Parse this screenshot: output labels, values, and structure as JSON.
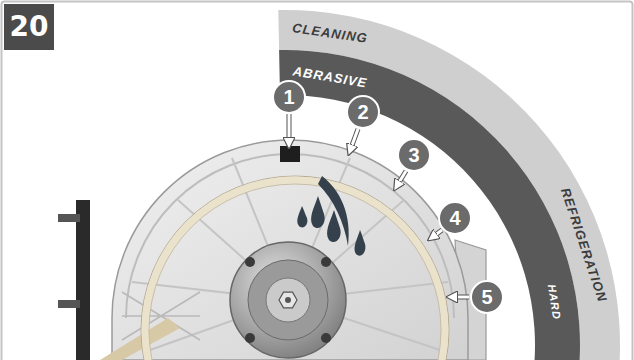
{
  "diagram": {
    "nodes": [
      {
        "text": [
          "20"
        ]
      },
      {
        "text": [
          "1"
        ]
      },
      {
        "text": [
          "2"
        ]
      },
      {
        "text": [
          "3"
        ]
      },
      {
        "text": [
          "4"
        ]
      },
      {
        "text": [
          "5"
        ]
      }
    ],
    "labels": [
      "CLEANING",
      "ABRASIVE",
      "REFRIGERATION",
      "HARD"
    ]
  }
}
